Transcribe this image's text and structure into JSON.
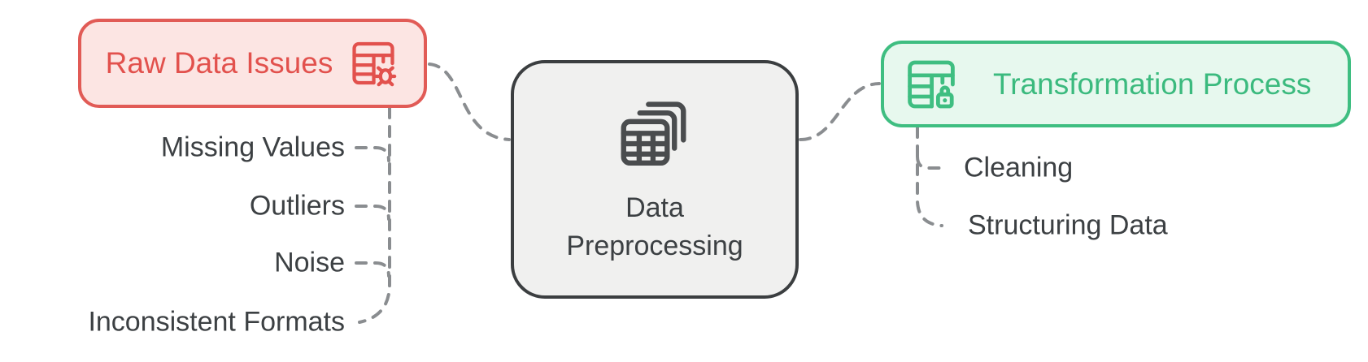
{
  "diagram": {
    "background_color": "#ffffff",
    "connector_color": "#8a8d90",
    "item_text_color": "#3c4043",
    "nodes": {
      "raw_data_issues": {
        "label": "Raw Data Issues",
        "icon": "table-bug-icon",
        "text_color": "#e2514d",
        "border_color": "#e15b56",
        "fill_color": "#fce5e3"
      },
      "data_preprocessing": {
        "label_line1": "Data",
        "label_line2": "Preprocessing",
        "icon": "stacked-tables-icon",
        "text_color": "#3c4043",
        "border_color": "#3b3e40",
        "fill_color": "#f0f0ef"
      },
      "transformation_process": {
        "label": "Transformation Process",
        "icon": "table-lock-icon",
        "text_color": "#3bba7e",
        "border_color": "#3fbe81",
        "fill_color": "#e7f8ee"
      }
    },
    "left_items": [
      "Missing Values",
      "Outliers",
      "Noise",
      "Inconsistent Formats"
    ],
    "right_items": [
      "Cleaning",
      "Structuring Data"
    ]
  }
}
